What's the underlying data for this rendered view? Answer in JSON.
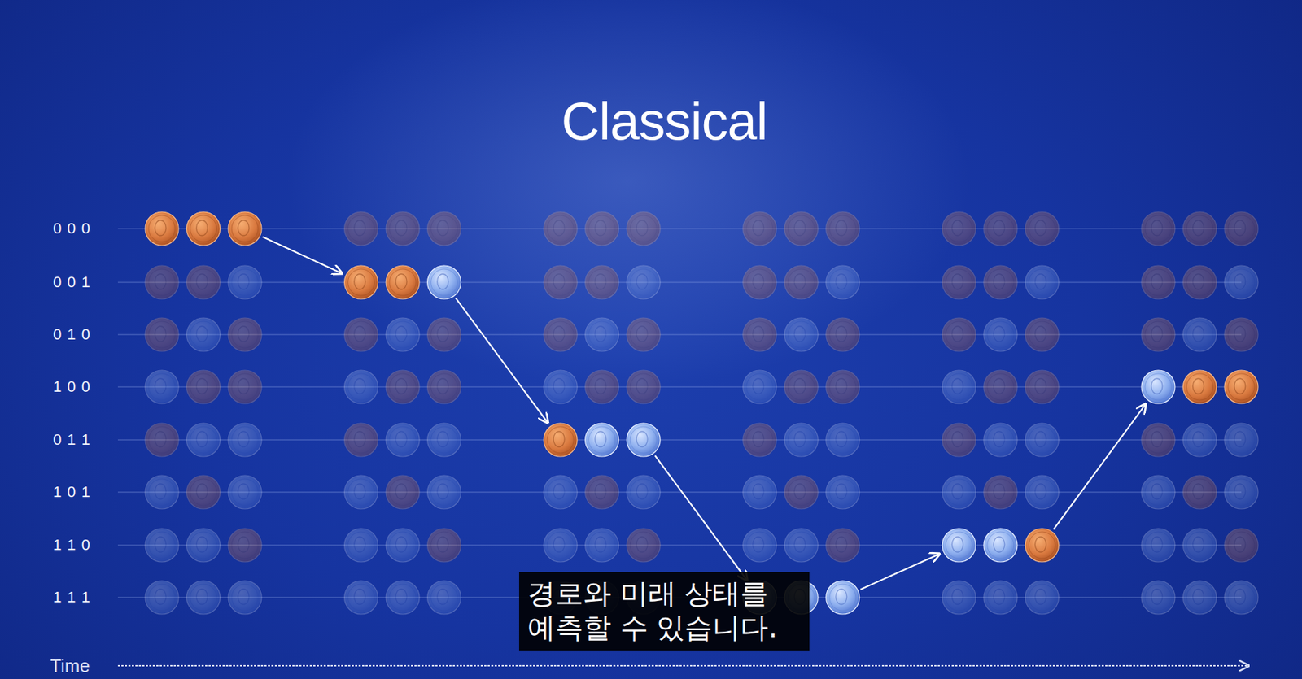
{
  "diagram": {
    "title": "Classical",
    "caption": "경로와 미래 상태를 예측할 수 있습니다.",
    "labels": [
      "0 0 0",
      "0 0 1",
      "0 1 0",
      "1 0 0",
      "0 1 1",
      "1 0 1",
      "1 1 0",
      "1 1 1",
      "Time"
    ]
  }
}
